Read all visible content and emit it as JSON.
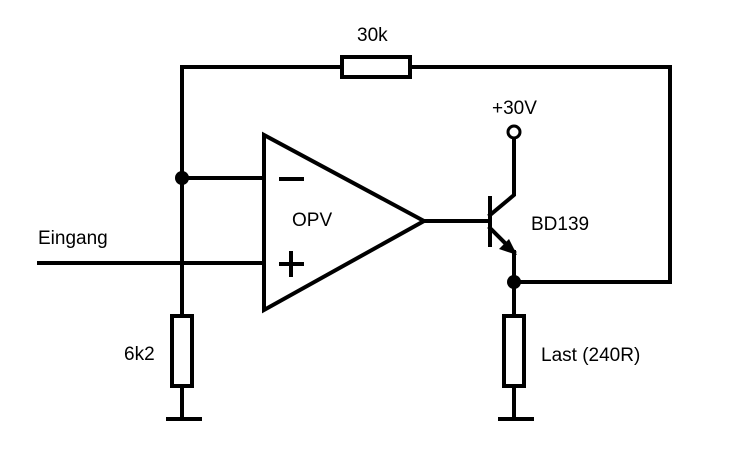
{
  "labels": {
    "feedback_resistor": "30k",
    "ground_resistor": "6k2",
    "load_resistor": "Last (240R)",
    "supply": "+30V",
    "transistor": "BD139",
    "opamp": "OPV",
    "input": "Eingang"
  },
  "colors": {
    "line": "#000000",
    "background": "#ffffff"
  },
  "symbols": {
    "inverting": "minus-sign",
    "noninverting": "plus-sign",
    "terminal": "open-circle"
  }
}
